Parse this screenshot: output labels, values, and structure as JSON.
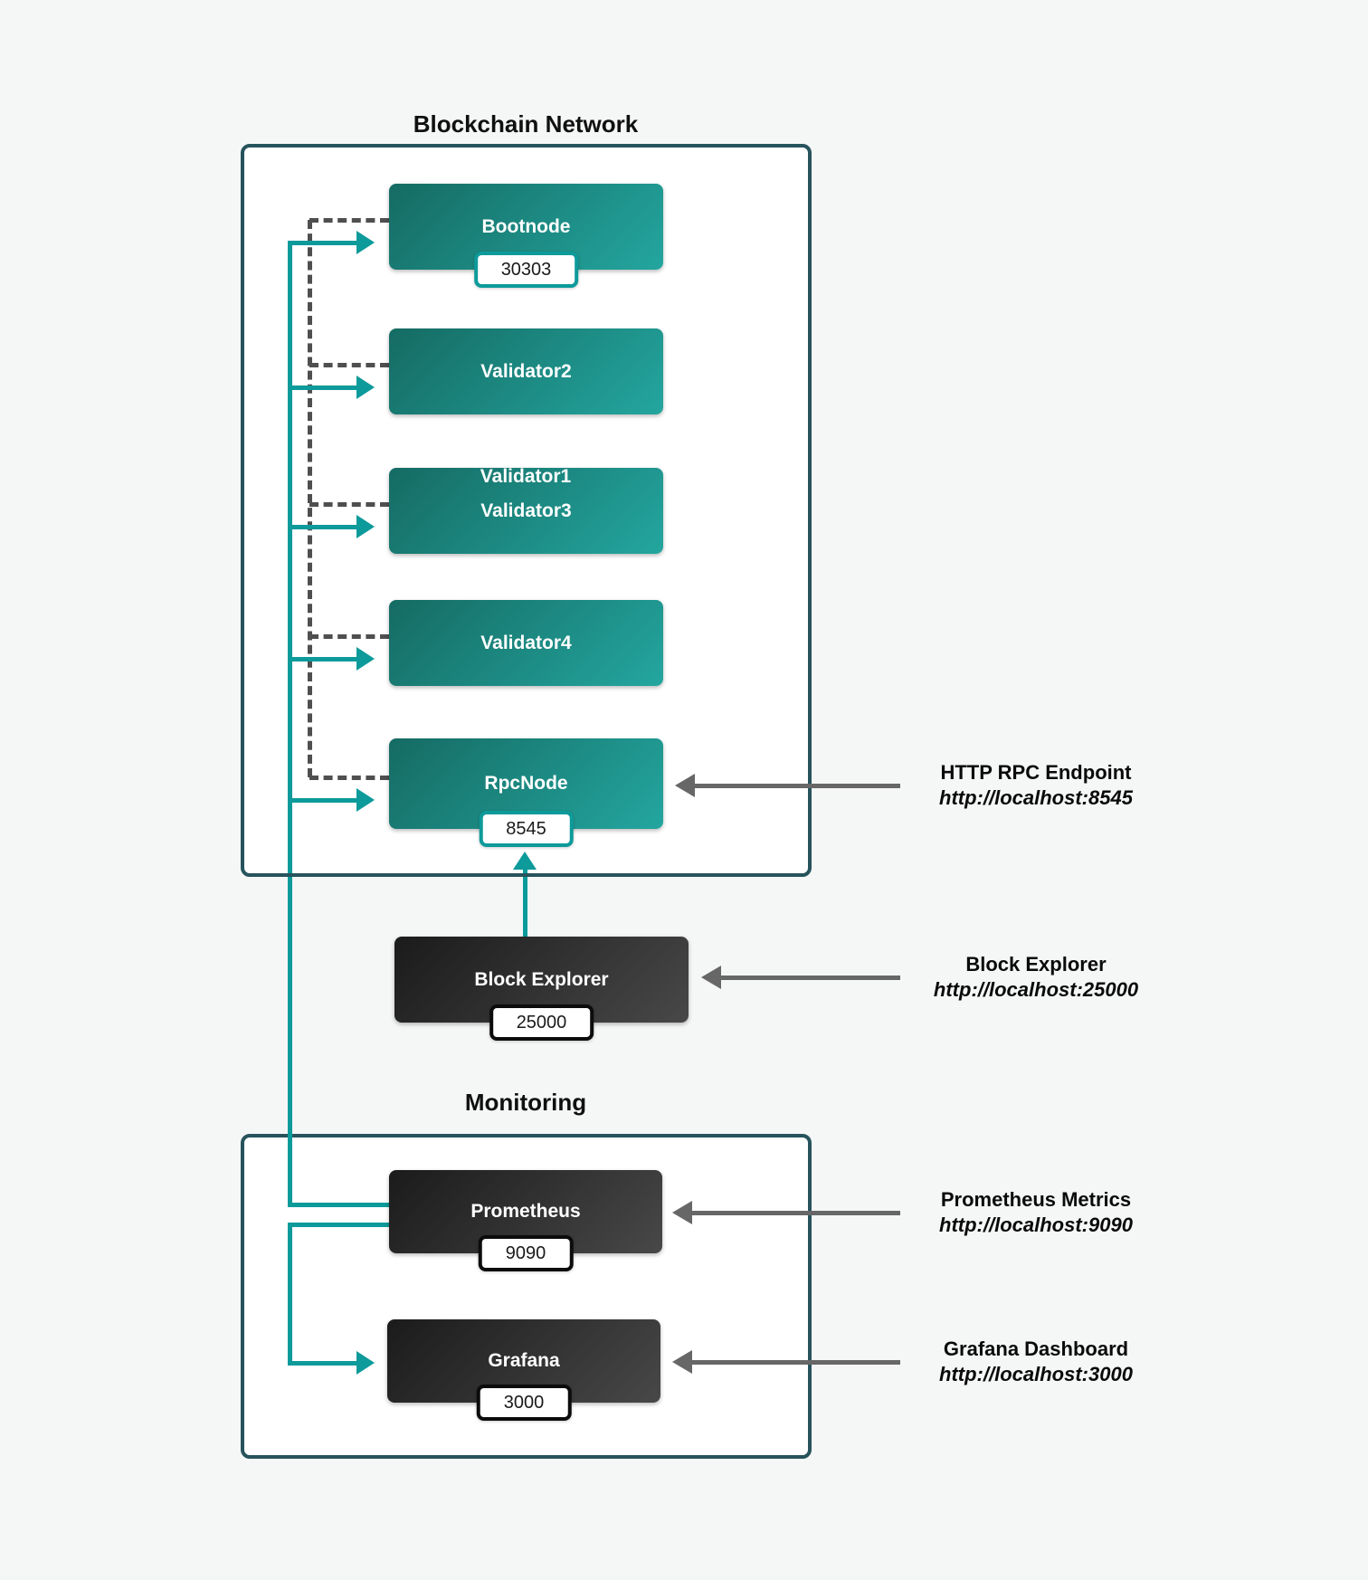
{
  "diagram": {
    "titles": {
      "blockchain_network": "Blockchain Network",
      "monitoring": "Monitoring"
    },
    "nodes": {
      "bootnode": {
        "label": "Bootnode",
        "port": "30303"
      },
      "validator2": {
        "label": "Validator2"
      },
      "validator3": {
        "label": "Validator3"
      },
      "validator4": {
        "label": "Validator4"
      },
      "rpcnode": {
        "label": "RpcNode",
        "port": "8545"
      },
      "block_explorer": {
        "label": "Block Explorer",
        "port": "25000"
      },
      "prometheus": {
        "label": "Prometheus",
        "port": "9090"
      },
      "grafana": {
        "label": "Grafana",
        "port": "3000"
      },
      "hidden_peek": {
        "label": "Validator1"
      }
    },
    "annotations": {
      "rpc": {
        "title": "HTTP RPC Endpoint",
        "url": "http://localhost:8545"
      },
      "explorer": {
        "title": "Block Explorer",
        "url": "http://localhost:25000"
      },
      "prometheus": {
        "title": "Prometheus Metrics",
        "url": "http://localhost:9090"
      },
      "grafana": {
        "title": "Grafana Dashboard",
        "url": "http://localhost:3000"
      }
    },
    "colors": {
      "teal_accent": "#0d9a9a",
      "container_border": "#27535c",
      "gray_arrow": "#676767",
      "dashed_line": "#4f4f4f",
      "teal_box_gradient_start": "#156b63",
      "teal_box_gradient_end": "#23a69f",
      "dark_box_gradient_start": "#1b1b1b",
      "dark_box_gradient_end": "#484848"
    }
  }
}
